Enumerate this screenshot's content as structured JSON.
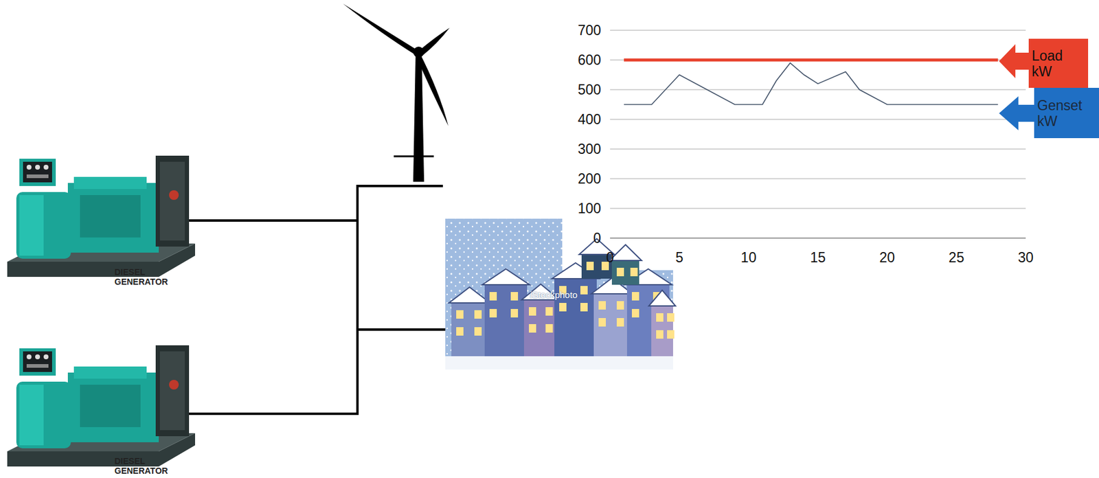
{
  "diagram": {
    "nodes": [
      {
        "text": [
          "DIESEL GENERATOR"
        ]
      },
      {
        "text": [
          "DIESEL GENERATOR"
        ]
      }
    ],
    "labels": [
      "700",
      "600",
      "500",
      "400",
      "300",
      "200",
      "100",
      "0",
      "0",
      "5",
      "10",
      "15",
      "20",
      "25",
      "30",
      "iStockphoto"
    ],
    "legend": [
      {
        "text": "Load kW",
        "color": "#e8412c"
      },
      {
        "text": "Genset kW",
        "color": "#1f6fc4"
      }
    ]
  }
}
